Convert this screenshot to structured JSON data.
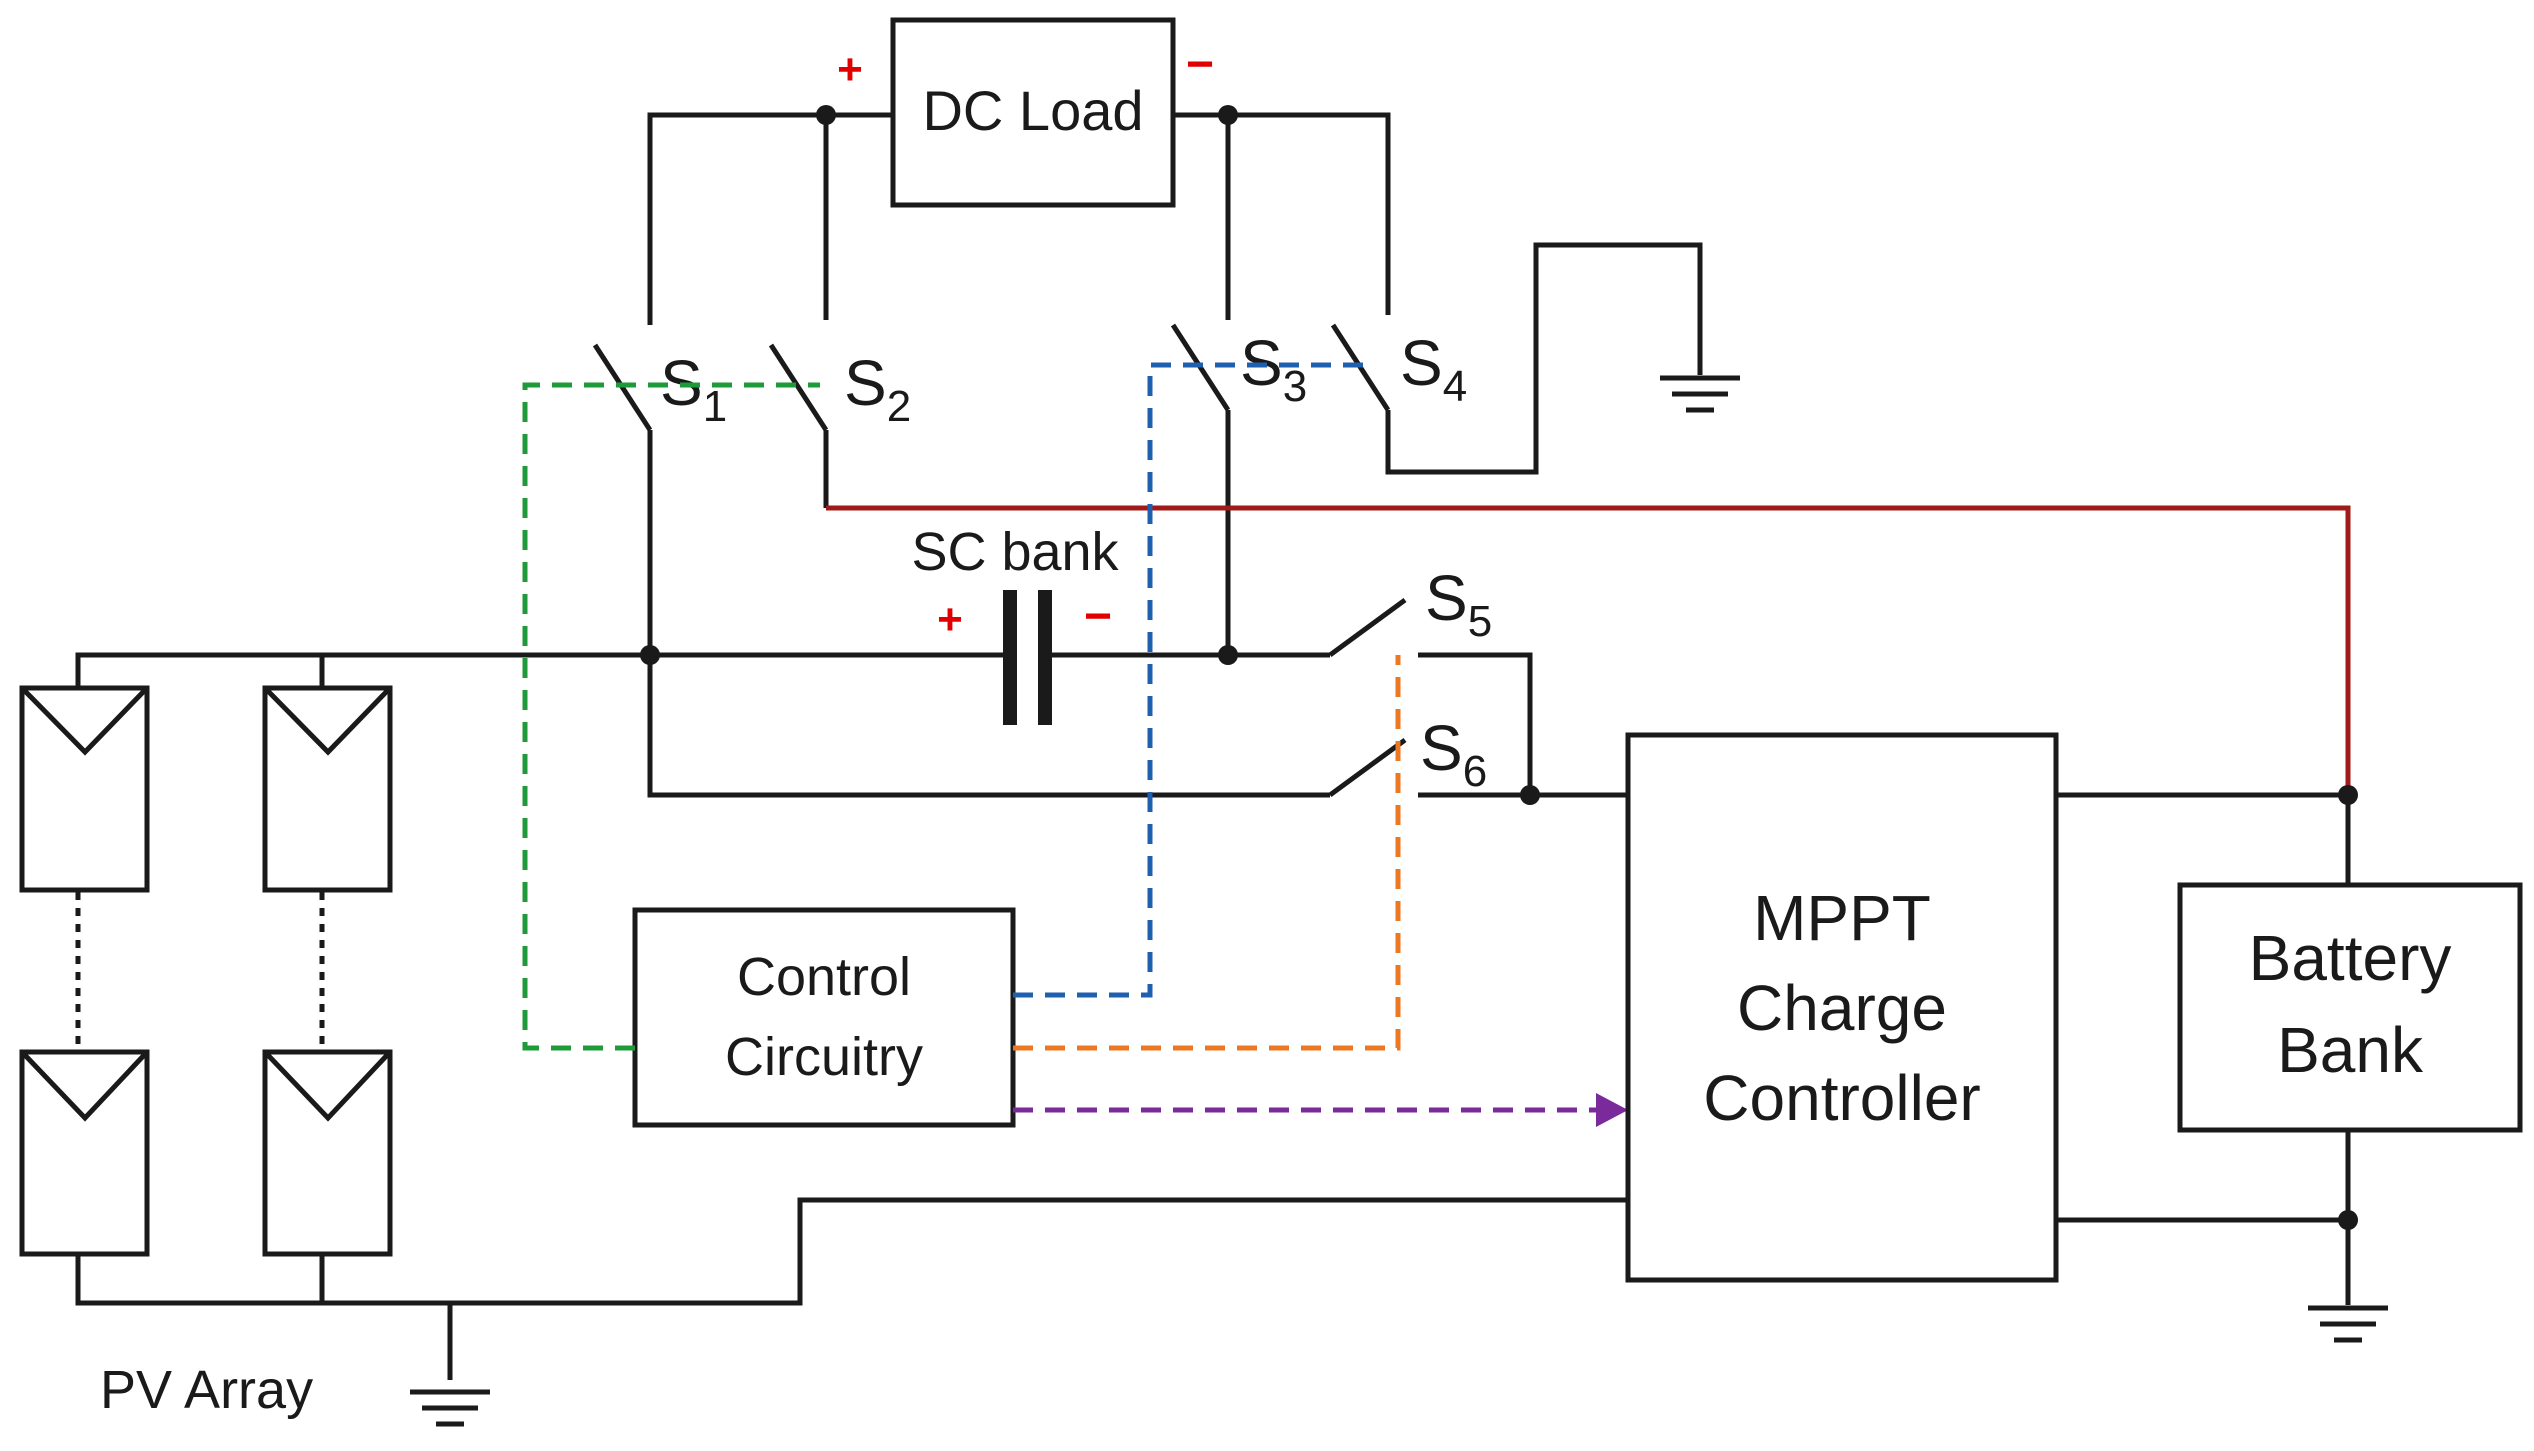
{
  "labels": {
    "dc_load": "DC Load",
    "sc_bank": "SC bank",
    "control_line1": "Control",
    "control_line2": "Circuitry",
    "mppt_line1": "MPPT",
    "mppt_line2": "Charge",
    "mppt_line3": "Controller",
    "battery_line1": "Battery",
    "battery_line2": "Bank",
    "pv_array": "PV Array"
  },
  "switches": {
    "s1": {
      "letter": "S",
      "sub": "1"
    },
    "s2": {
      "letter": "S",
      "sub": "2"
    },
    "s3": {
      "letter": "S",
      "sub": "3"
    },
    "s4": {
      "letter": "S",
      "sub": "4"
    },
    "s5": {
      "letter": "S",
      "sub": "5"
    },
    "s6": {
      "letter": "S",
      "sub": "6"
    }
  },
  "polarity": {
    "load_plus": "+",
    "load_minus": "−",
    "sc_plus": "+",
    "sc_minus": "−"
  },
  "colors": {
    "wire": "#1a1a1a",
    "battery_line": "#a11a1a",
    "polarity": "#e00000",
    "ctrl_s1s2": "#1e9a3a",
    "ctrl_s3s4": "#1f5fb0",
    "ctrl_s5s6": "#ee7722",
    "ctrl_mppt": "#7a2a9a"
  }
}
